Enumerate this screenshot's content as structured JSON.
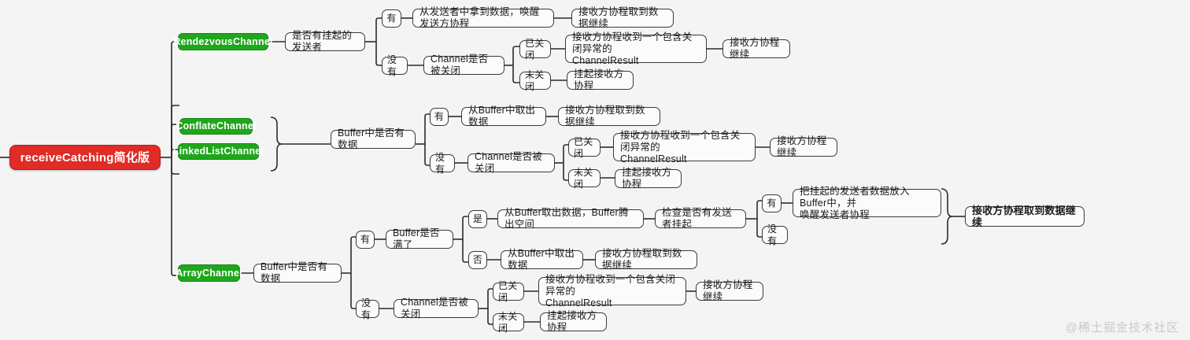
{
  "meta": {
    "background": "#f4f4f4",
    "root_color": "#e02b26",
    "branch_color": "#1fa71b",
    "line_color": "#2b2b2b",
    "watermark": "@稀土掘金技术社区"
  },
  "root": {
    "label": "receiveCatching简化版"
  },
  "branches": {
    "rendezvous": {
      "label": "RendezvousChannel",
      "question": "是否有挂起的发送者",
      "yes": {
        "label": "有",
        "action": "从发送者中拿到数据，唤醒发送方协程",
        "result": "接收方协程取到数据继续"
      },
      "no": {
        "label": "没有",
        "question": "Channel是否被关闭",
        "closed": {
          "label": "已关闭",
          "action": "接收方协程收到一个包含关闭异常的\nChannelResult",
          "result": "接收方协程继续"
        },
        "open": {
          "label": "未关闭",
          "action": "挂起接收方协程"
        }
      }
    },
    "conflate_group": {
      "items": [
        "ConflateChannel",
        "LinkedListChannel"
      ],
      "question": "Buffer中是否有数据",
      "yes": {
        "label": "有",
        "action": "从Buffer中取出数据",
        "result": "接收方协程取到数据继续"
      },
      "no": {
        "label": "没有",
        "question": "Channel是否被关闭",
        "closed": {
          "label": "已关闭",
          "action": "接收方协程收到一个包含关闭异常的\nChannelResult",
          "result": "接收方协程继续"
        },
        "open": {
          "label": "未关闭",
          "action": "挂起接收方协程"
        }
      }
    },
    "array": {
      "label": "ArrayChannel",
      "question": "Buffer中是否有数据",
      "yes": {
        "label": "有",
        "question": "Buffer是否满了",
        "full": {
          "label": "是",
          "action": "从Buffer取出数据，Buffer腾出空间",
          "check": "检查是否有发送者挂起",
          "has": {
            "label": "有",
            "action": "把挂起的发送者数据放入Buffer中，并\n唤醒发送者协程"
          },
          "none": {
            "label": "没有"
          },
          "result": "接收方协程取到数据继续"
        },
        "notfull": {
          "label": "否",
          "action": "从Buffer中取出数据",
          "result": "接收方协程取到数据继续"
        }
      },
      "no": {
        "label": "没有",
        "question": "Channel是否被关闭",
        "closed": {
          "label": "已关闭",
          "action": "接收方协程收到一个包含关闭异常的\nChannelResult",
          "result": "接收方协程继续"
        },
        "open": {
          "label": "未关闭",
          "action": "挂起接收方协程"
        }
      }
    }
  }
}
